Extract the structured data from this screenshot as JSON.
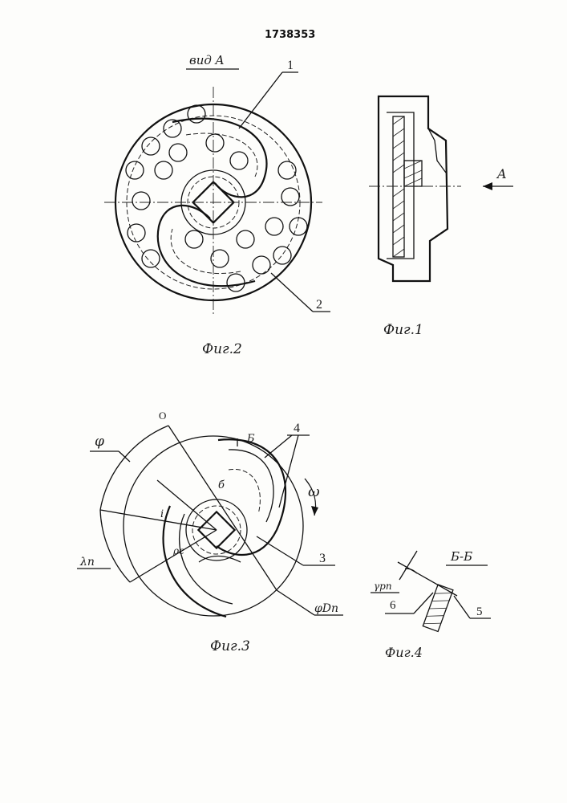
{
  "patent_number": "1738353",
  "fig1": {
    "caption": "Фиг.1",
    "view_label": "A"
  },
  "fig2": {
    "caption": "Фиг.2",
    "view_title": "вид A",
    "callouts": [
      "1",
      "2"
    ]
  },
  "fig3": {
    "caption": "Фиг.3",
    "labels": {
      "o": "O",
      "phi": "φ",
      "b": "Б",
      "b_small": "б",
      "omega": "ω",
      "i": "i",
      "rho": "ρc",
      "lambda": "λп",
      "dia": "φDп"
    },
    "callouts": [
      "4",
      "3"
    ]
  },
  "fig4": {
    "caption": "Фиг.4",
    "section_title": "Б-Б",
    "gamma": "γрп",
    "callouts": [
      "6",
      "5"
    ]
  }
}
